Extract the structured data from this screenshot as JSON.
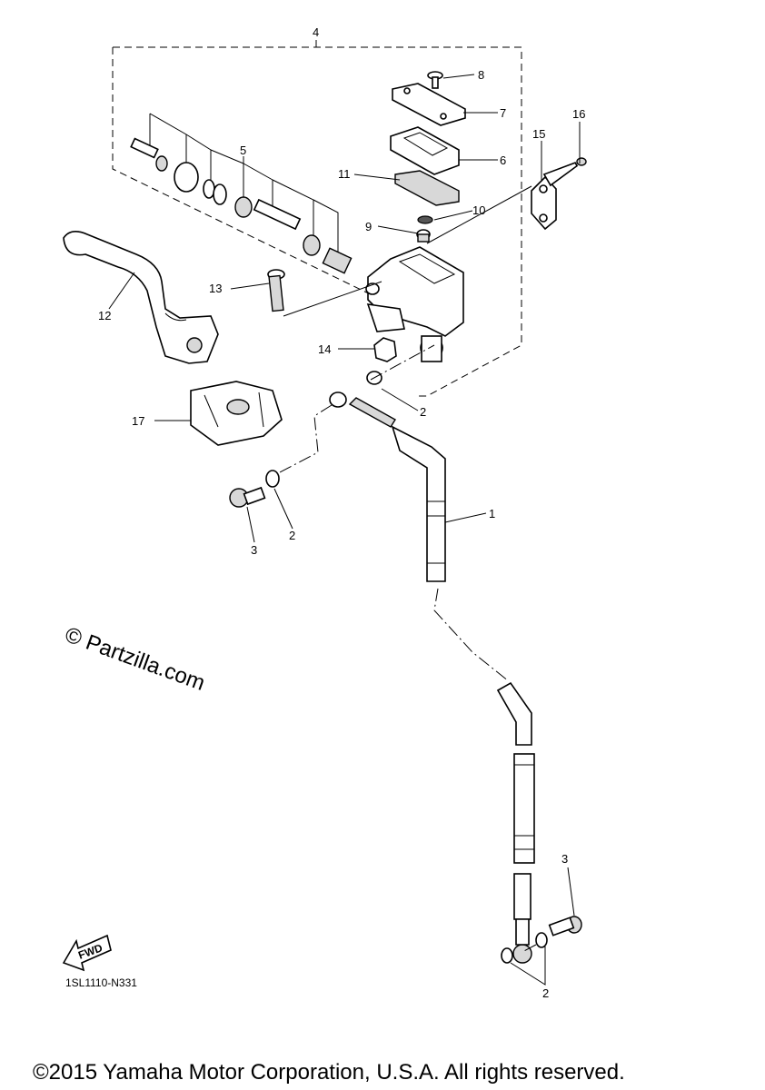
{
  "diagram": {
    "figure_code": "1SL1110-N331",
    "watermark": "© Partzilla.com",
    "copyright": "©2015 Yamaha Motor Corporation, U.S.A. All rights reserved.",
    "fwd_badge": "FWD",
    "callouts": [
      "1",
      "2",
      "2",
      "2",
      "3",
      "3",
      "4",
      "5",
      "6",
      "7",
      "8",
      "9",
      "10",
      "11",
      "12",
      "13",
      "14",
      "15",
      "16",
      "17"
    ]
  }
}
